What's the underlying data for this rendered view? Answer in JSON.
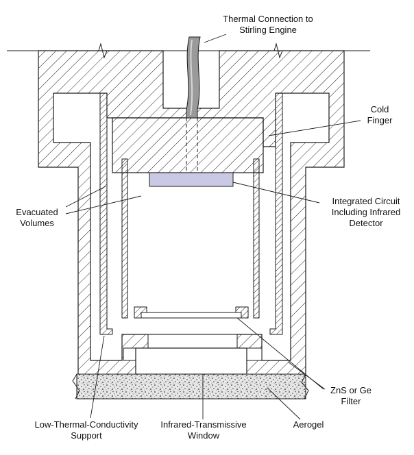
{
  "labels": {
    "thermal_connection": [
      "Thermal Connection to",
      "Stirling Engine"
    ],
    "cold_finger": [
      "Cold",
      "Finger"
    ],
    "evacuated_volumes": [
      "Evacuated",
      "Volumes"
    ],
    "integrated_circuit": [
      "Integrated Circuit",
      "Including Infrared",
      "Detector"
    ],
    "filter": [
      "ZnS or Ge",
      "Filter"
    ],
    "support": [
      "Low-Thermal-Conductivity",
      "Support"
    ],
    "window": [
      "Infrared-Transmissive",
      "Window"
    ],
    "aerogel": [
      "Aerogel"
    ]
  },
  "colors": {
    "detector": "#c9c9e6",
    "cable": "#9a9a9a",
    "line": "#1a1a1a",
    "aerogel_fill": "#d8d8d8"
  }
}
